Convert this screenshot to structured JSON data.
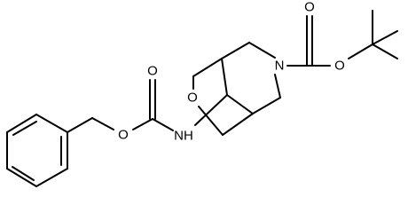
{
  "atoms": {
    "O_carbonyl_boc": "O",
    "O_ether_boc": "O",
    "N_ring": "N",
    "O_bridge": "O",
    "NH_carbamate": "NH",
    "O_carbonyl_cbz": "O",
    "O_ether_cbz": "O"
  },
  "colors": {
    "bond": "#000000",
    "label": "#000000",
    "background": "#ffffff"
  }
}
